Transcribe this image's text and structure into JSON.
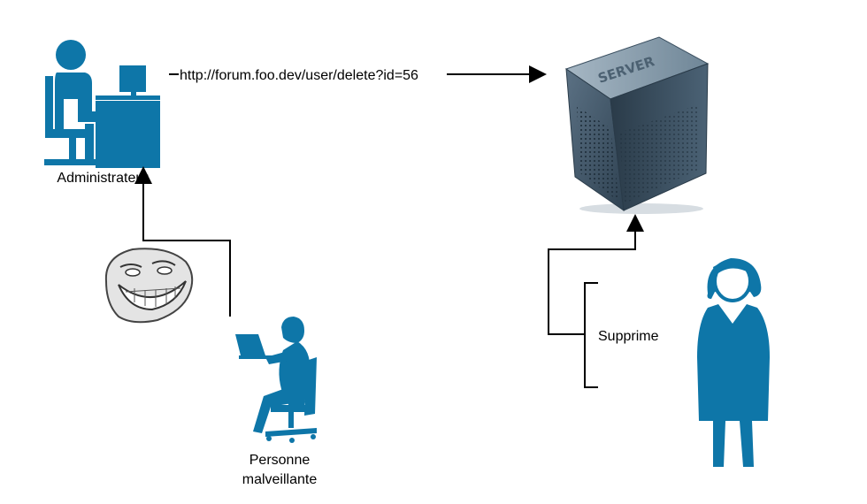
{
  "diagram": {
    "request_url": "http://forum.foo.dev/user/delete?id=56",
    "admin_label": "Administrateur",
    "attacker_label_line1": "Personne",
    "attacker_label_line2": "malveillante",
    "server_label": "SERVER",
    "annotation_label": "Supprime"
  },
  "icons": {
    "admin": "administrator-at-desk-icon",
    "server": "server-icon",
    "troll": "troll-face-icon",
    "attacker": "person-with-laptop-icon",
    "victim": "woman-user-icon"
  },
  "colors": {
    "icon_blue": "#0e76a8",
    "server_dark": "#3d5468",
    "server_light": "#7f95a6",
    "line": "#000000"
  }
}
